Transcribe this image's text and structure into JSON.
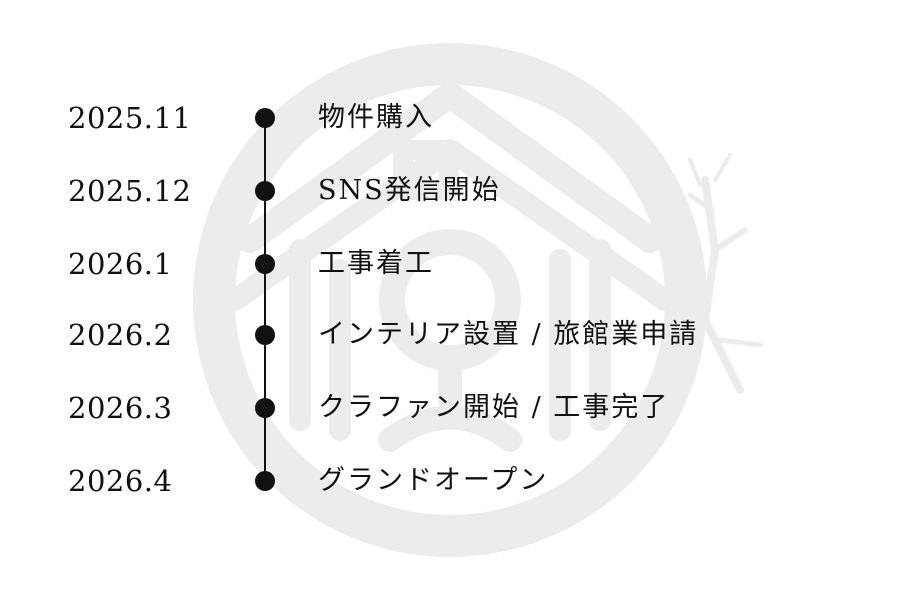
{
  "timeline": {
    "entries": [
      {
        "date": "2025.11",
        "event": "物件購入"
      },
      {
        "date": "2025.12",
        "event": "SNS発信開始"
      },
      {
        "date": "2026.1",
        "event": "工事着工"
      },
      {
        "date": "2026.2",
        "event": "インテリア設置 / 旅館業申請"
      },
      {
        "date": "2026.3",
        "event": "クラファン開始 / 工事完了"
      },
      {
        "date": "2026.4",
        "event": "グランドオープン"
      }
    ]
  },
  "colors": {
    "text": "#111111",
    "watermark": "#e9e9e9",
    "background": "#ffffff"
  }
}
